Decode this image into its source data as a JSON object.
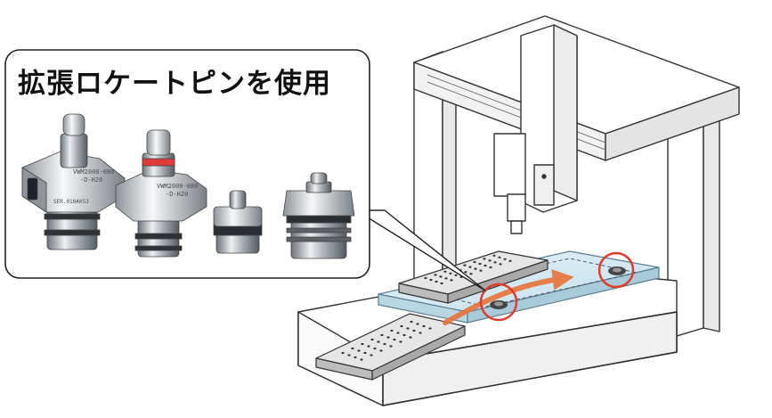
{
  "callout": {
    "title": "拡張ロケートピンを使用"
  },
  "pin_engravings": {
    "left_pin": [
      "VWM2000-080",
      "-D-H20",
      "SER.010A053"
    ],
    "center_pin": [
      "VWM2000-080",
      "-D-H20"
    ]
  },
  "colors": {
    "highlight_ring": "#e03b2c",
    "arrow": "#e8733a",
    "workpiece_plate": "#cfe8f3",
    "machine_outline": "#333333",
    "pin_red_band": "#e23a3a"
  },
  "icons": [
    "gantry-machine",
    "fixture-plate",
    "locate-pin",
    "motion-arrow"
  ]
}
